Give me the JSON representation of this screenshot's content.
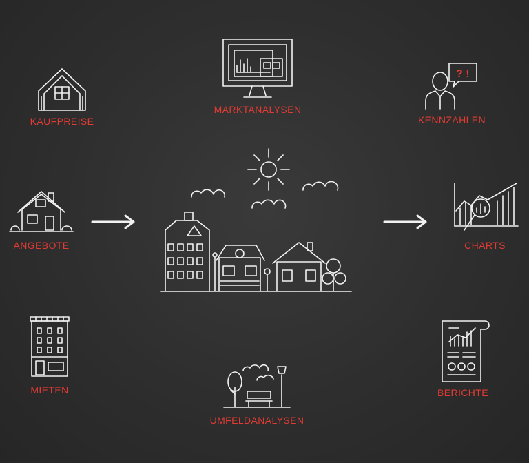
{
  "labels": {
    "kaufpreise": "KAUFPREISE",
    "marktanalysen": "MARKTANALYSEN",
    "kennzahlen": "KENNZAHLEN",
    "angebote": "ANGEBOTE",
    "charts": "CHARTS",
    "mieten": "MIETEN",
    "umfeldanalysen": "UMFELDANALYSEN",
    "berichte": "BERICHTE"
  },
  "speech_bubble_text": "? !",
  "colors": {
    "background": "#2e2e2e",
    "accent": "#e23b33",
    "line": "#f2f2f2"
  }
}
